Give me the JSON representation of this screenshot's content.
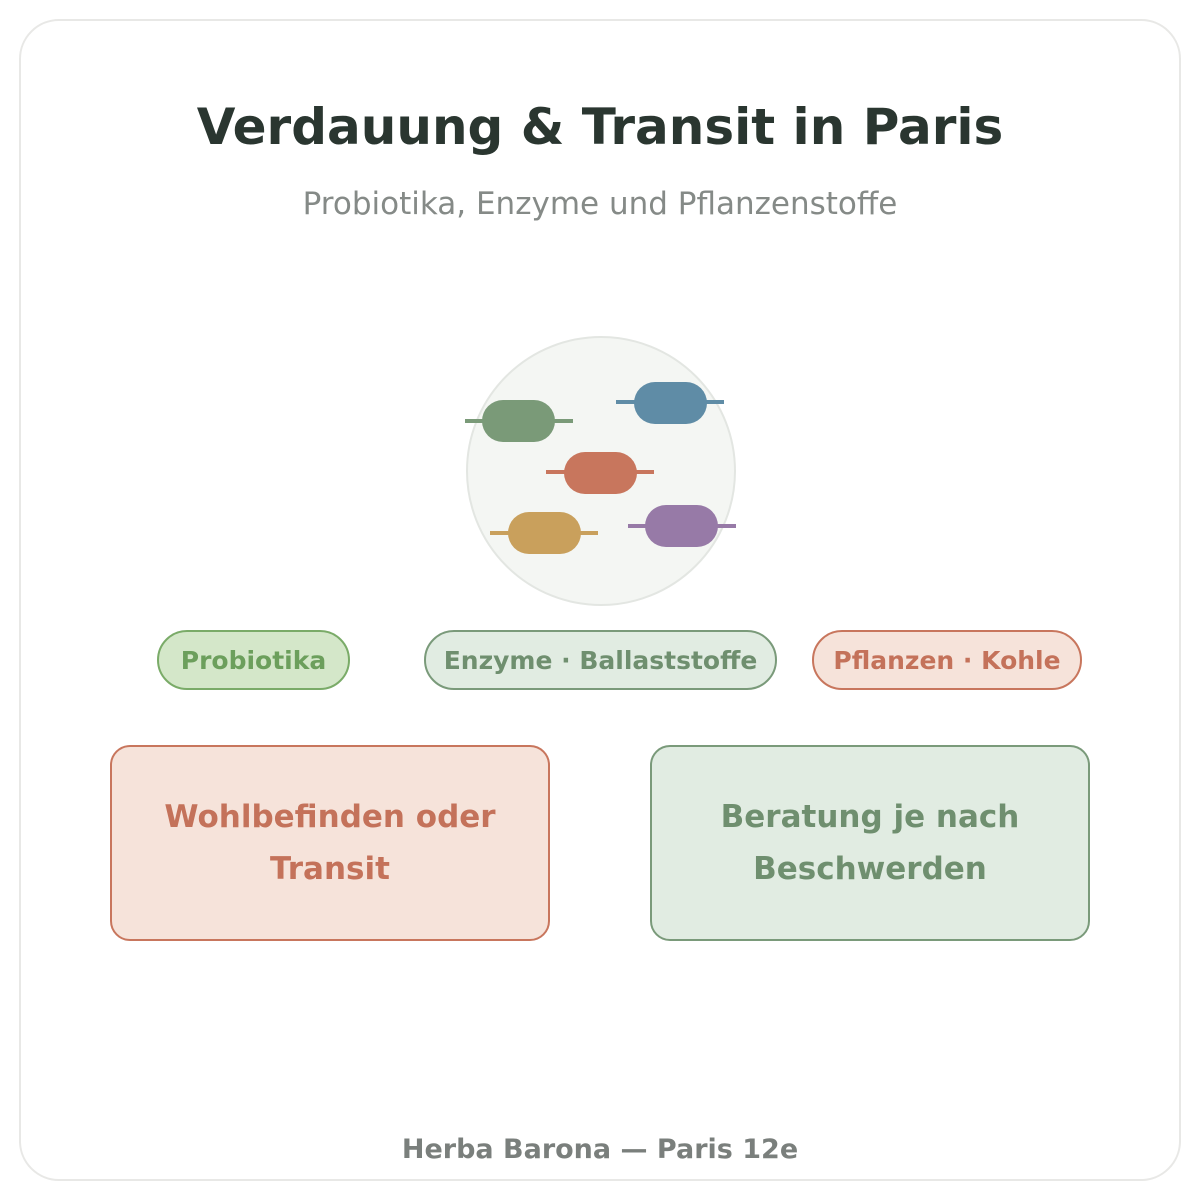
{
  "header": {
    "title": "Verdauung & Transit in Paris",
    "subtitle": "Probiotika, Enzyme und Pflanzenstoffe"
  },
  "illustration": {
    "icon": "probiotic-capsules-icon",
    "circle_fill": "#f4f6f3",
    "circle_stroke": "#e3e6e2",
    "capsule_colors": [
      "#7a9a78",
      "#5f8ca6",
      "#c8765d",
      "#c9a05c",
      "#977aa7"
    ]
  },
  "tags": [
    {
      "label": "Probiotika"
    },
    {
      "label": "Enzyme · Ballaststoffe"
    },
    {
      "label": "Pflanzen · Kohle"
    }
  ],
  "cards": {
    "left": "Wohlbefinden oder Transit",
    "right": "Beratung je nach Beschwerden"
  },
  "footer": "Herba Barona — Paris 12e",
  "colors": {
    "title": "#2a3630",
    "green_accent": "#7aab68",
    "sage_accent": "#7a9a7a",
    "terracotta_accent": "#c8765d"
  }
}
